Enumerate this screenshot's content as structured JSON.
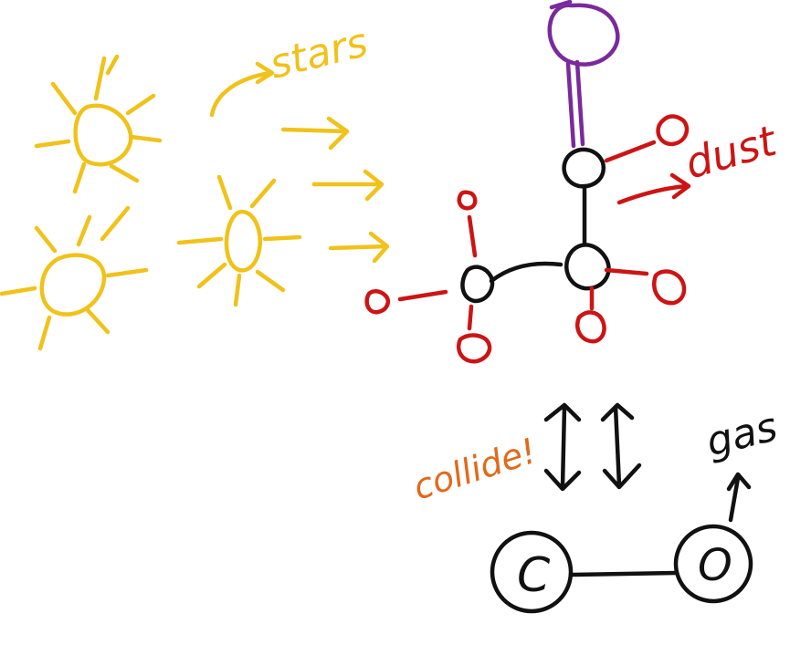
{
  "labels": {
    "stars": "stars",
    "dust": "dust",
    "collide": "collide!",
    "gas": "gas",
    "carbon_atom": "C",
    "oxygen_atom": "O"
  },
  "colors": {
    "stars": "#f0c21a",
    "dust": "#cc1414",
    "bond": "#111111",
    "double_bond": "#7a2a9c",
    "collide": "#e06a1a",
    "background": "#ffffff"
  },
  "icons": {
    "star": "sun-sketch-icon",
    "arrow": "right-arrow-sketch-icon",
    "atom": "atom-circle-icon"
  }
}
